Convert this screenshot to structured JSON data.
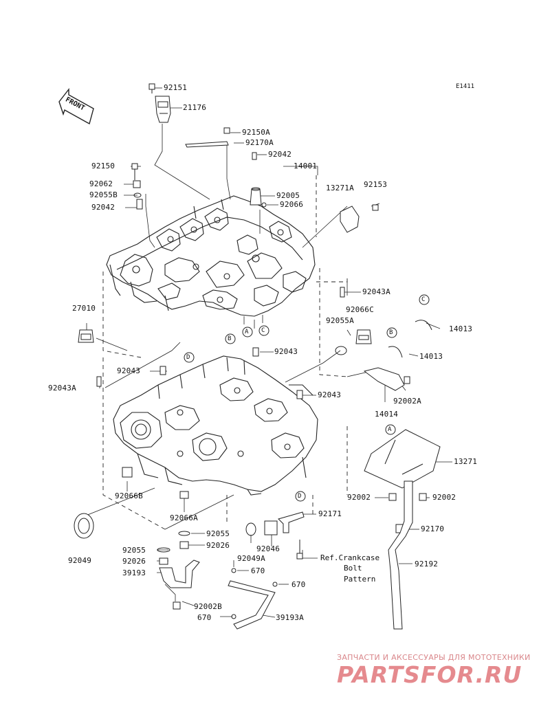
{
  "diagram": {
    "code": "E1411",
    "front_label": "FRONT",
    "callouts": [
      "A",
      "B",
      "C",
      "D"
    ],
    "parts": [
      {
        "id": "p92151",
        "label": "92151"
      },
      {
        "id": "p21176",
        "label": "21176"
      },
      {
        "id": "p92150A",
        "label": "92150A"
      },
      {
        "id": "p92170A",
        "label": "92170A"
      },
      {
        "id": "p92042a",
        "label": "92042"
      },
      {
        "id": "p14001",
        "label": "14001"
      },
      {
        "id": "p92150",
        "label": "92150"
      },
      {
        "id": "p92062",
        "label": "92062"
      },
      {
        "id": "p92055B",
        "label": "92055B"
      },
      {
        "id": "p92042b",
        "label": "92042"
      },
      {
        "id": "p92005",
        "label": "92005"
      },
      {
        "id": "p92066",
        "label": "92066"
      },
      {
        "id": "p13271A",
        "label": "13271A"
      },
      {
        "id": "p92153",
        "label": "92153"
      },
      {
        "id": "p92043Aa",
        "label": "92043A"
      },
      {
        "id": "p92066C",
        "label": "92066C"
      },
      {
        "id": "p92055A",
        "label": "92055A"
      },
      {
        "id": "p14013a",
        "label": "14013"
      },
      {
        "id": "p27010",
        "label": "27010"
      },
      {
        "id": "p92043a",
        "label": "92043"
      },
      {
        "id": "p14013b",
        "label": "14013"
      },
      {
        "id": "p92043b",
        "label": "92043"
      },
      {
        "id": "p92043Ab",
        "label": "92043A"
      },
      {
        "id": "p92043c",
        "label": "92043"
      },
      {
        "id": "p92002A",
        "label": "92002A"
      },
      {
        "id": "p14014",
        "label": "14014"
      },
      {
        "id": "p13271",
        "label": "13271"
      },
      {
        "id": "p92066B",
        "label": "92066B"
      },
      {
        "id": "p92002a",
        "label": "92002"
      },
      {
        "id": "p92002b",
        "label": "92002"
      },
      {
        "id": "p92066A",
        "label": "92066A"
      },
      {
        "id": "p92171",
        "label": "92171"
      },
      {
        "id": "p92170",
        "label": "92170"
      },
      {
        "id": "p92049",
        "label": "92049"
      },
      {
        "id": "p92055",
        "label": "92055"
      },
      {
        "id": "p92026a",
        "label": "92026"
      },
      {
        "id": "p92046",
        "label": "92046"
      },
      {
        "id": "p92049A",
        "label": "92049A"
      },
      {
        "id": "p92055b2",
        "label": "92055"
      },
      {
        "id": "p92026b",
        "label": "92026"
      },
      {
        "id": "p39193",
        "label": "39193"
      },
      {
        "id": "p670a",
        "label": "670"
      },
      {
        "id": "p670b",
        "label": "670"
      },
      {
        "id": "p92192",
        "label": "92192"
      },
      {
        "id": "p92002B",
        "label": "92002B"
      },
      {
        "id": "p670c",
        "label": "670"
      },
      {
        "id": "p39193A",
        "label": "39193A"
      }
    ],
    "reference_note": {
      "line1": "Ref.Crankcase",
      "line2": "Bolt",
      "line3": "Pattern"
    }
  },
  "watermark": {
    "tagline": "ЗАПЧАСТИ И АКСЕССУАРЫ ДЛЯ МОТОТЕХНИКИ",
    "logo": "PARTSFOR.RU",
    "color": "#e58a8e"
  }
}
